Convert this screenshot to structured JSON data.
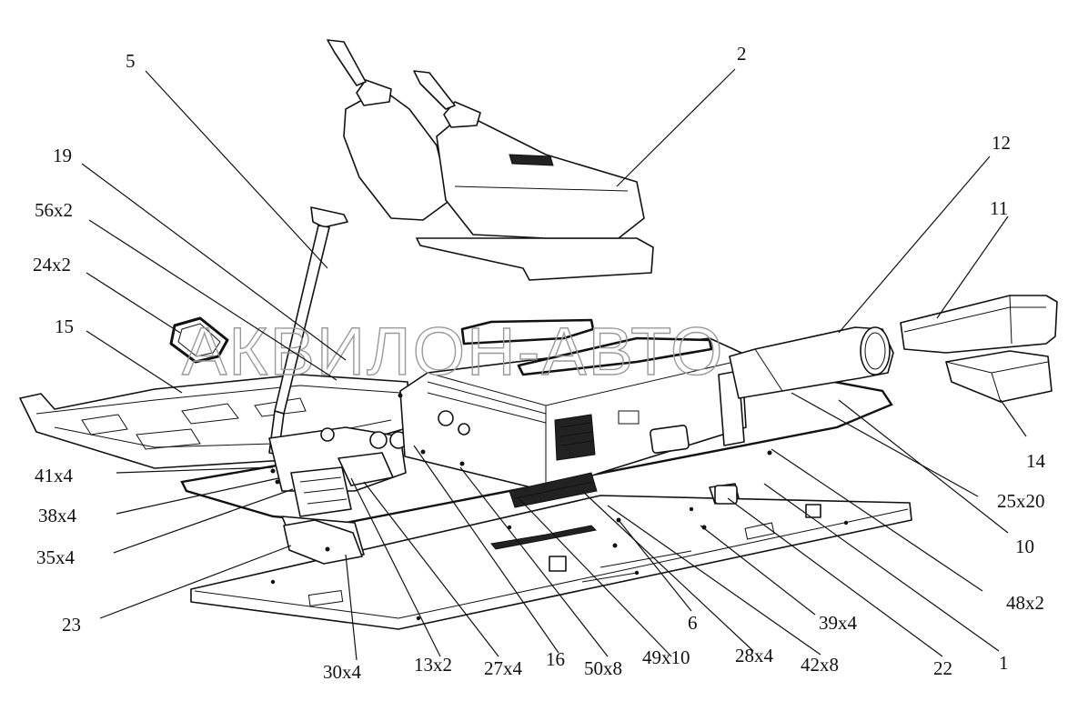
{
  "watermark": "АКВИЛОН-АВТО",
  "callouts": [
    {
      "id": "5",
      "text": "5"
    },
    {
      "id": "2",
      "text": "2"
    },
    {
      "id": "19",
      "text": "19"
    },
    {
      "id": "12",
      "text": "12"
    },
    {
      "id": "56x2",
      "text": "56x2"
    },
    {
      "id": "11",
      "text": "11"
    },
    {
      "id": "24x2",
      "text": "24x2"
    },
    {
      "id": "15",
      "text": "15"
    },
    {
      "id": "14",
      "text": "14"
    },
    {
      "id": "41x4",
      "text": "41x4"
    },
    {
      "id": "25x20",
      "text": "25x20"
    },
    {
      "id": "38x4",
      "text": "38x4"
    },
    {
      "id": "35x4",
      "text": "35x4"
    },
    {
      "id": "10",
      "text": "10"
    },
    {
      "id": "48x2",
      "text": "48x2"
    },
    {
      "id": "23",
      "text": "23"
    },
    {
      "id": "6",
      "text": "6"
    },
    {
      "id": "39x4",
      "text": "39x4"
    },
    {
      "id": "30x4",
      "text": "30x4"
    },
    {
      "id": "13x2",
      "text": "13x2"
    },
    {
      "id": "27x4",
      "text": "27x4"
    },
    {
      "id": "16",
      "text": "16"
    },
    {
      "id": "50x8",
      "text": "50x8"
    },
    {
      "id": "49x10",
      "text": "49x10"
    },
    {
      "id": "28x4",
      "text": "28x4"
    },
    {
      "id": "42x8",
      "text": "42x8"
    },
    {
      "id": "22",
      "text": "22"
    },
    {
      "id": "1",
      "text": "1"
    }
  ]
}
